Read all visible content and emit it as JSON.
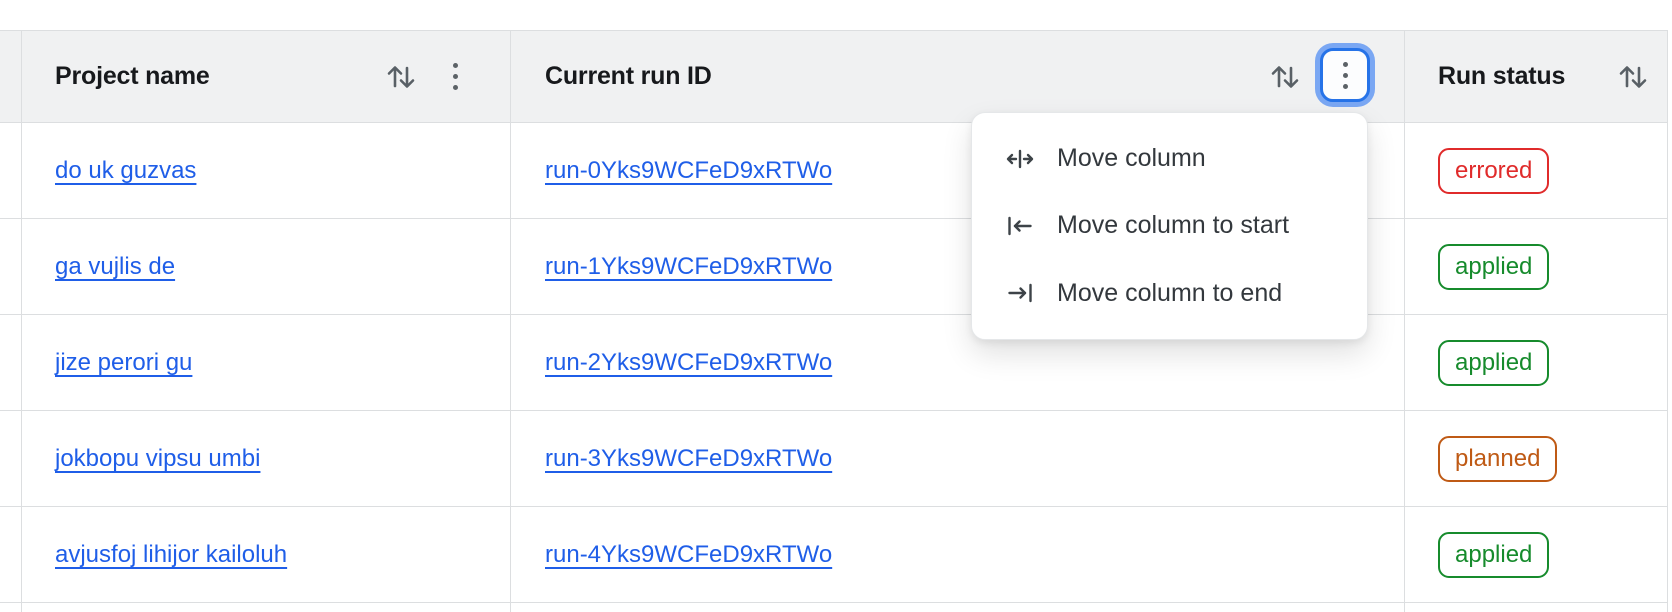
{
  "table": {
    "columns": [
      {
        "label": "Project name"
      },
      {
        "label": "Current run ID"
      },
      {
        "label": "Run status"
      }
    ],
    "rows": [
      {
        "project": "do uk guzvas",
        "run_id": "run-0Yks9WCFeD9xRTWo",
        "status": "errored"
      },
      {
        "project": "ga vujlis de",
        "run_id": "run-1Yks9WCFeD9xRTWo",
        "status": "applied"
      },
      {
        "project": "jize perori gu",
        "run_id": "run-2Yks9WCFeD9xRTWo",
        "status": "applied"
      },
      {
        "project": "jokbopu vipsu umbi",
        "run_id": "run-3Yks9WCFeD9xRTWo",
        "status": "planned"
      },
      {
        "project": "avjusfoj lihijor kailoluh",
        "run_id": "run-4Yks9WCFeD9xRTWo",
        "status": "applied"
      }
    ]
  },
  "menu": {
    "items": [
      {
        "label": "Move column",
        "icon": "move-column-icon"
      },
      {
        "label": "Move column to start",
        "icon": "move-column-to-start-icon"
      },
      {
        "label": "Move column to end",
        "icon": "move-column-to-end-icon"
      }
    ]
  },
  "status_colors": {
    "errored": "#e02b2b",
    "applied": "#168b2c",
    "planned": "#bf5a15"
  },
  "colors": {
    "header_bg": "#f0f1f2",
    "border": "#dcdee0",
    "link": "#1f5ee8",
    "focus_ring": "#2673e8",
    "focus_halo": "#7aa7f3",
    "icon_gray": "#5c6267",
    "menu_text": "#33383d"
  }
}
